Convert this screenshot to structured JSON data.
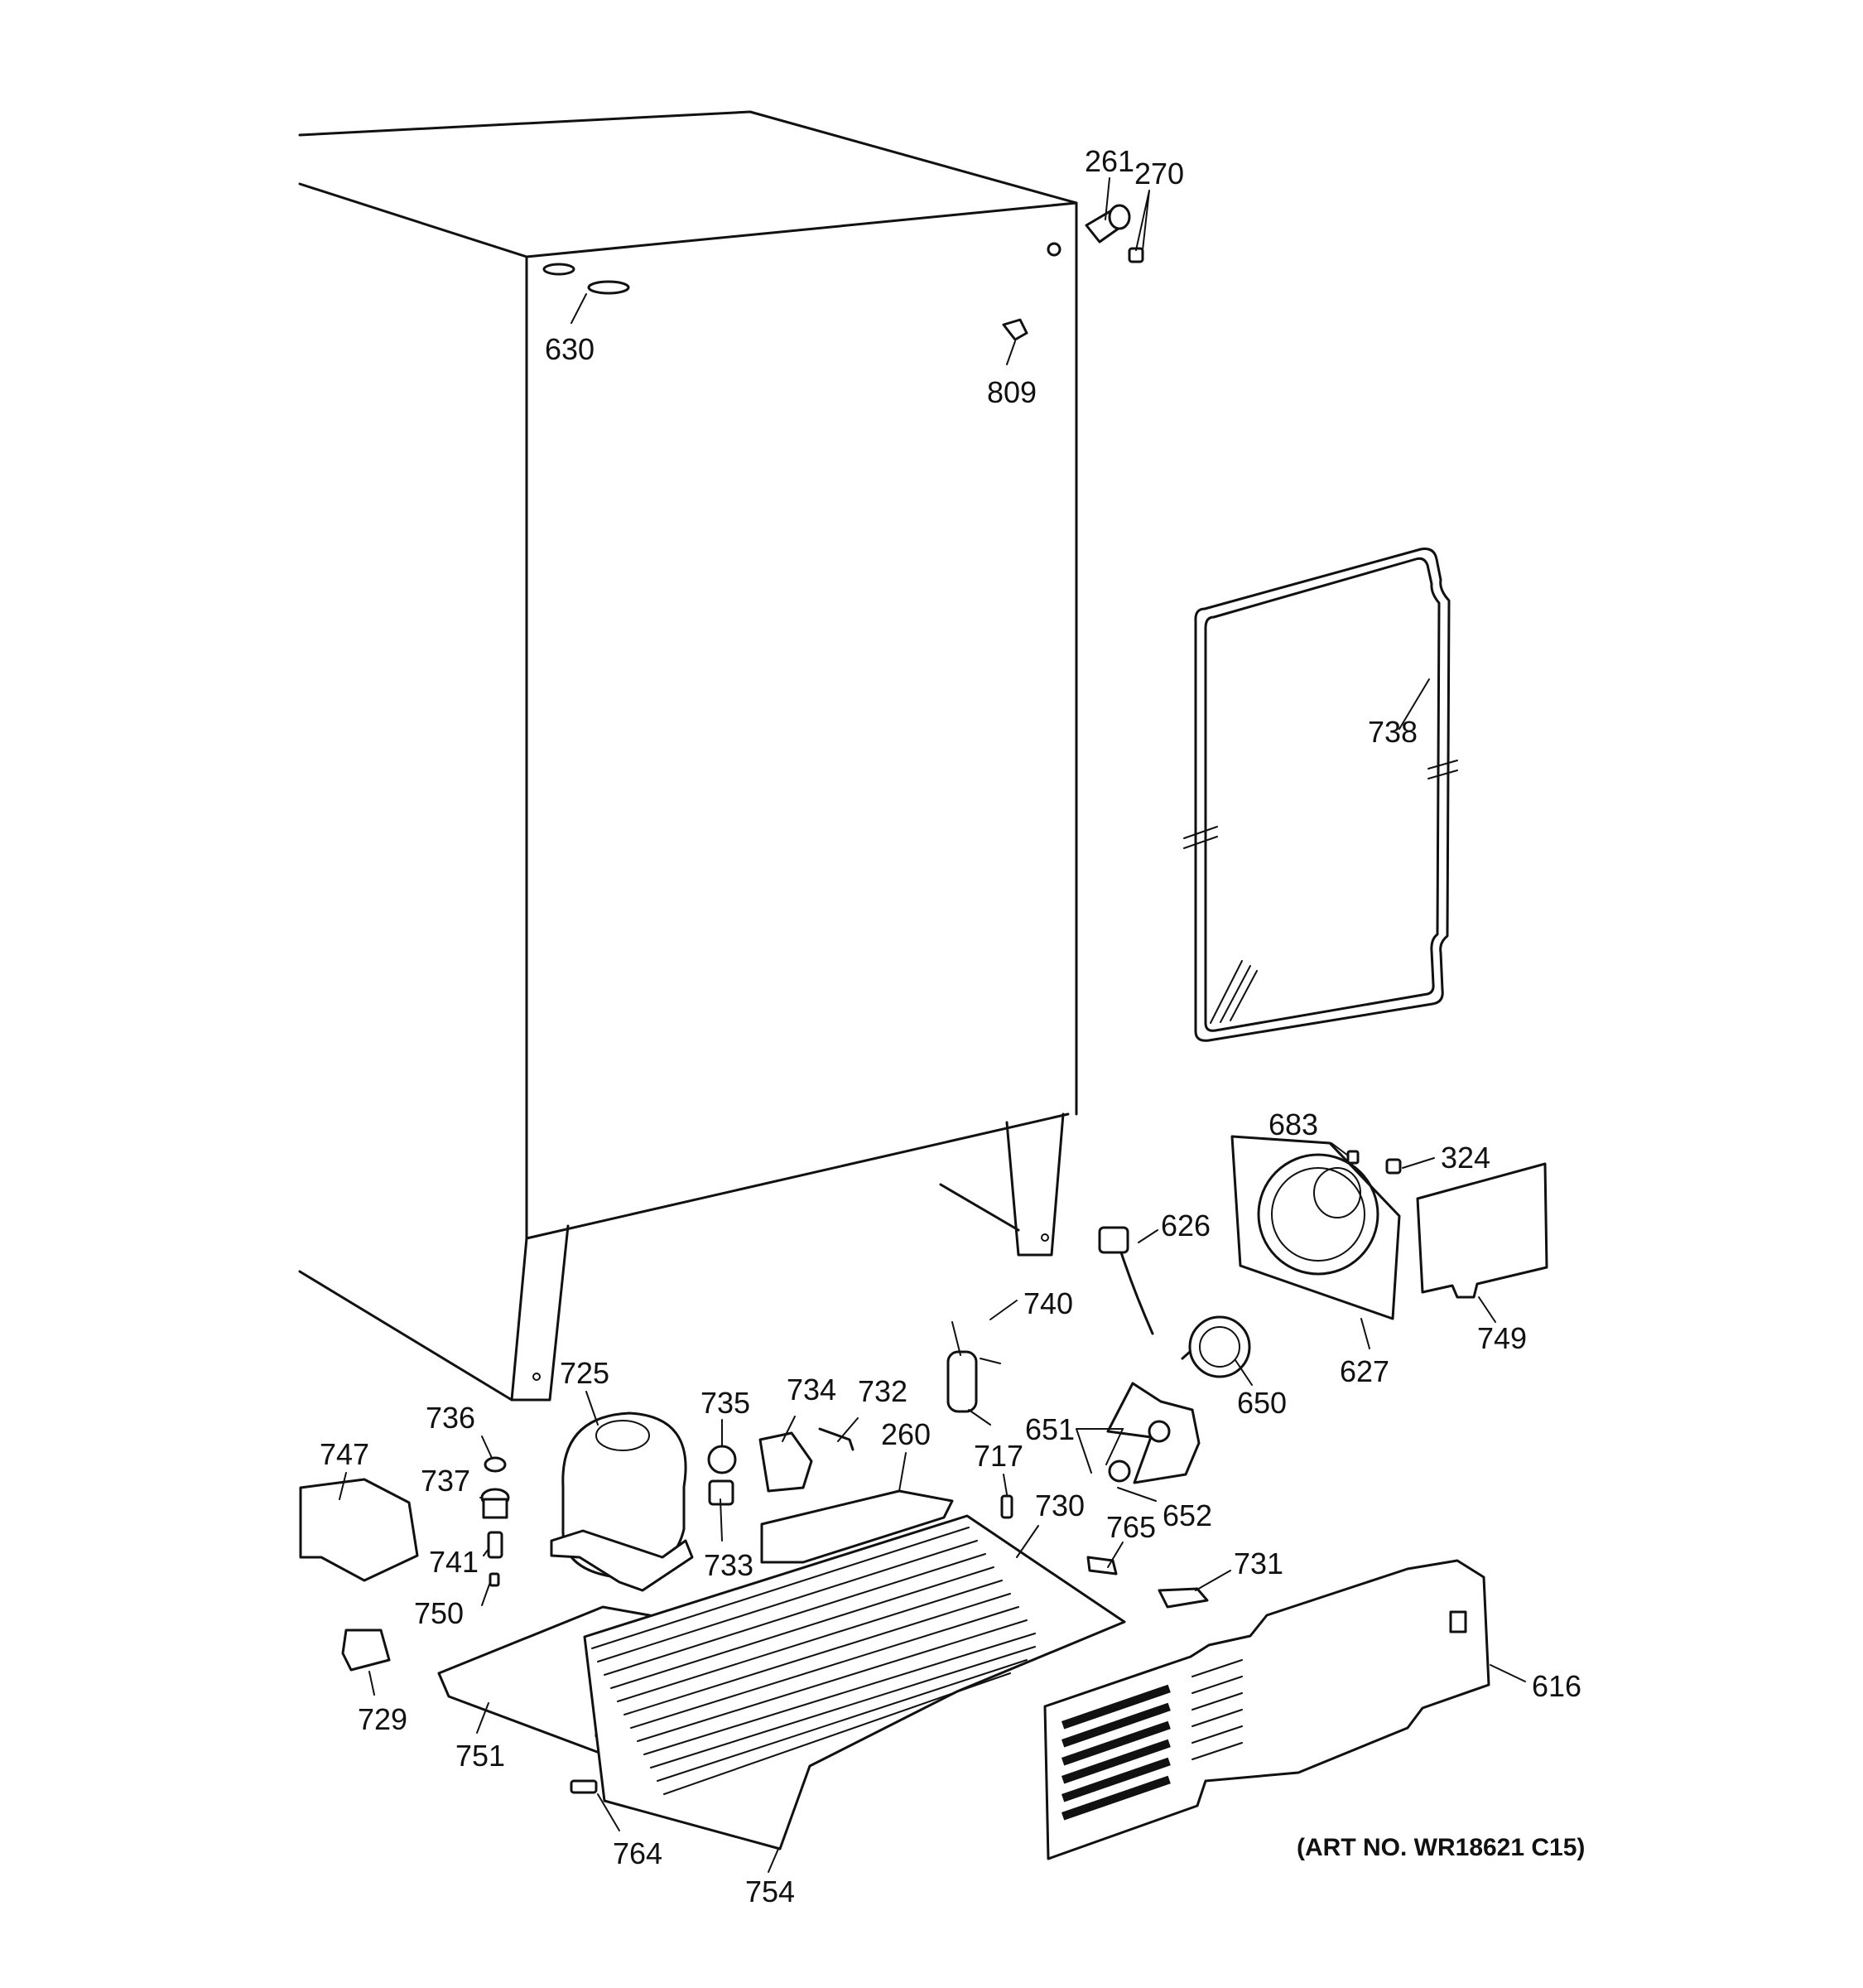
{
  "callouts": {
    "c261": "261",
    "c270": "270",
    "c630": "630",
    "c809": "809",
    "c738": "738",
    "c683": "683",
    "c324": "324",
    "c626": "626",
    "c627": "627",
    "c749": "749",
    "c740": "740",
    "c650": "650",
    "c725": "725",
    "c735": "735",
    "c734": "734",
    "c732": "732",
    "c260": "260",
    "c651": "651",
    "c717": "717",
    "c736": "736",
    "c747": "747",
    "c737": "737",
    "c652": "652",
    "c733": "733",
    "c730": "730",
    "c765": "765",
    "c731": "731",
    "c741": "741",
    "c750": "750",
    "c616": "616",
    "c729": "729",
    "c751": "751",
    "c764": "764",
    "c754": "754"
  },
  "art_number": "(ART NO. WR18621 C15)"
}
